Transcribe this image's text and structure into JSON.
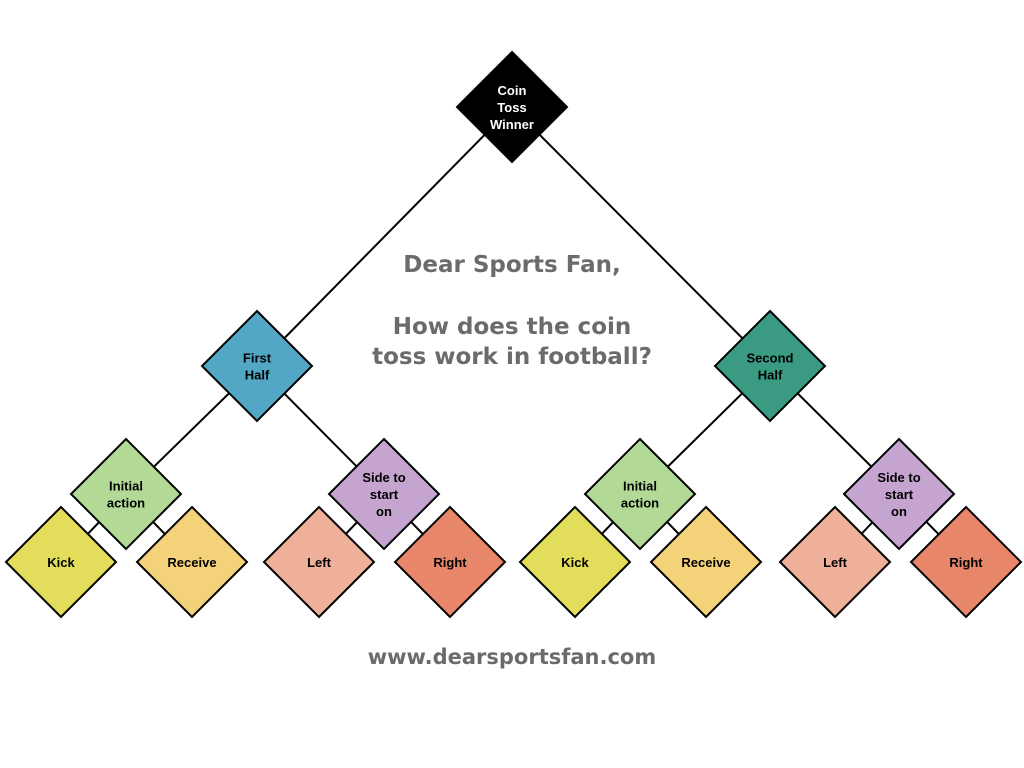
{
  "diagram": {
    "root": {
      "label": "Coin Toss Winner",
      "fill": "#000000",
      "text_color": "#ffffff"
    },
    "halves": [
      {
        "label": "First Half",
        "fill": "#52a7c4",
        "groups": [
          {
            "label": "Initial action",
            "fill": "#b3d996",
            "options": [
              {
                "label": "Kick",
                "fill": "#e2dd5a"
              },
              {
                "label": "Receive",
                "fill": "#f4d27a"
              }
            ]
          },
          {
            "label": "Side to start on",
            "fill": "#c5a5d0",
            "options": [
              {
                "label": "Left",
                "fill": "#efb09a"
              },
              {
                "label": "Right",
                "fill": "#e8866a"
              }
            ]
          }
        ]
      },
      {
        "label": "Second Half",
        "fill": "#3a9a82",
        "groups": [
          {
            "label": "Initial action",
            "fill": "#b3d996",
            "options": [
              {
                "label": "Kick",
                "fill": "#e2dd5a"
              },
              {
                "label": "Receive",
                "fill": "#f4d27a"
              }
            ]
          },
          {
            "label": "Side to start on",
            "fill": "#c5a5d0",
            "options": [
              {
                "label": "Left",
                "fill": "#efb09a"
              },
              {
                "label": "Right",
                "fill": "#e8866a"
              }
            ]
          }
        ]
      }
    ]
  },
  "text": {
    "greeting": "Dear Sports Fan,",
    "question": "How does the coin toss work in football?",
    "website": "www.dearsportsfan.com"
  },
  "colors": {
    "heading": "#6b6b6b",
    "line": "#000000"
  }
}
